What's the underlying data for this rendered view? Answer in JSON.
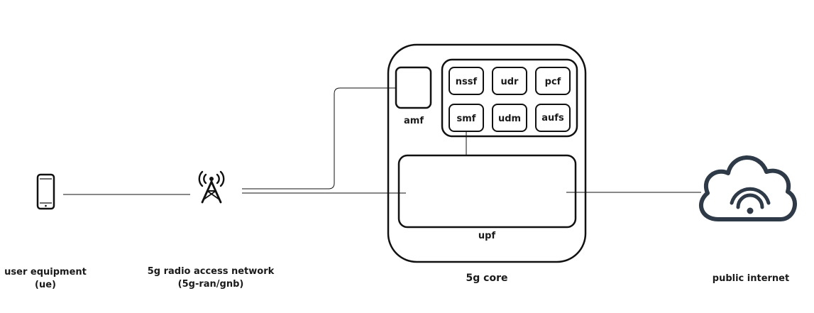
{
  "nodes": {
    "ue": {
      "label_line1": "user equipment",
      "label_line2": "(ue)",
      "icon": "smartphone-icon"
    },
    "ran": {
      "label_line1": "5g radio access network",
      "label_line2": "(5g-ran/gnb)",
      "icon": "cell-tower-icon"
    },
    "core": {
      "label": "5g core",
      "functions": {
        "amf": "amf",
        "nssf": "nssf",
        "udr": "udr",
        "pcf": "pcf",
        "smf": "smf",
        "udm": "udm",
        "aufs": "aufs",
        "upf": "upf"
      }
    },
    "internet": {
      "label": "public internet",
      "icon": "cloud-wifi-icon"
    }
  },
  "colors": {
    "stroke": "#111111",
    "cloud": "#2e3a48"
  }
}
